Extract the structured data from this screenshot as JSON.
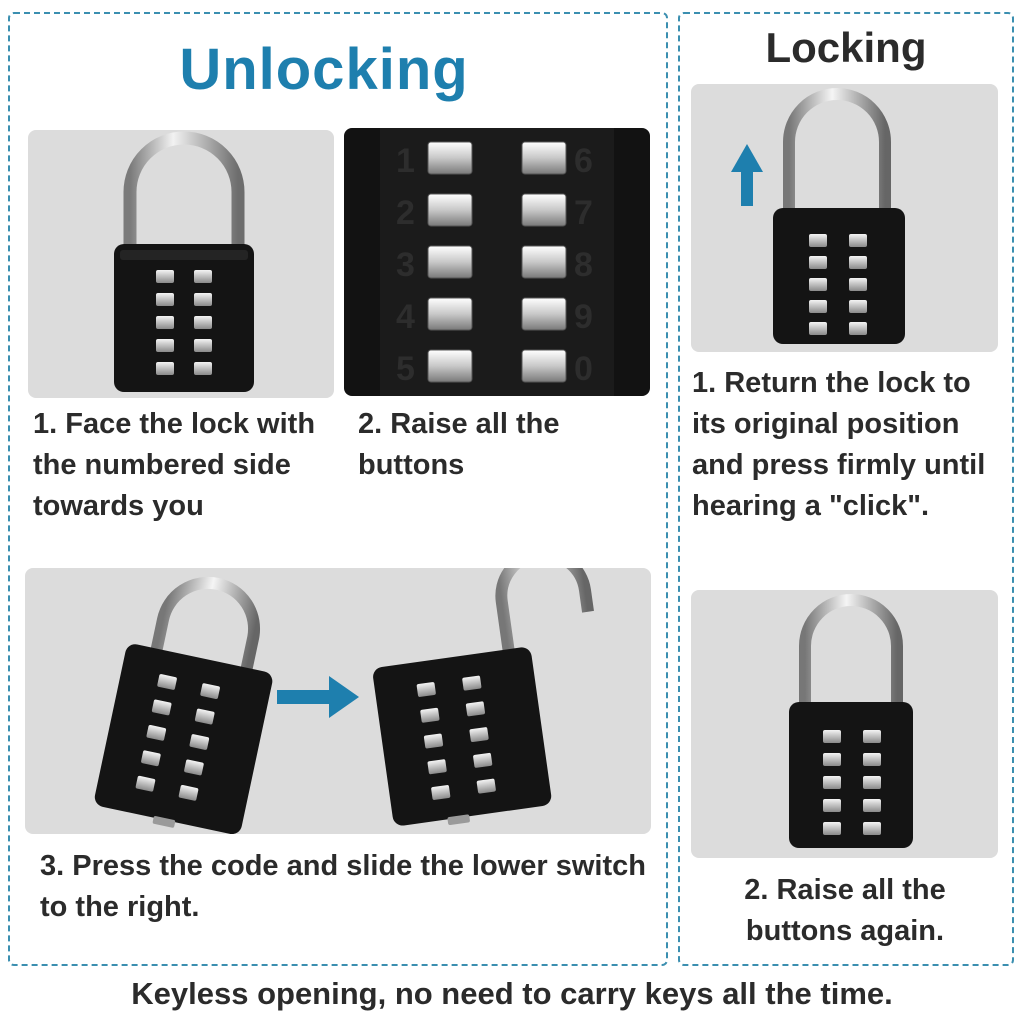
{
  "sections": {
    "unlocking_title": "Unlocking",
    "locking_title": "Locking"
  },
  "unlocking_steps": {
    "step1": "1. Face the lock with the numbered side towards you",
    "step2": "2. Raise all the buttons",
    "step3": "3. Press the code and slide the lower switch to the right."
  },
  "locking_steps": {
    "step1": "1. Return the lock to its original position and press firmly until hearing a \"click\".",
    "step2": "2. Raise all the buttons again."
  },
  "keypad_digits": {
    "left": [
      "1",
      "2",
      "3",
      "4",
      "5"
    ],
    "right": [
      "6",
      "7",
      "8",
      "9",
      "0"
    ]
  },
  "footer": "Keyless opening, no need to carry keys all the time.",
  "colors": {
    "accent": "#1e7fae",
    "dashed_border": "#3b8fb0",
    "panel_bg": "#dcdcdc",
    "lock_body": "#141414",
    "text": "#2b2b2b"
  },
  "icons": [
    "arrow-up-icon",
    "arrow-right-icon"
  ]
}
